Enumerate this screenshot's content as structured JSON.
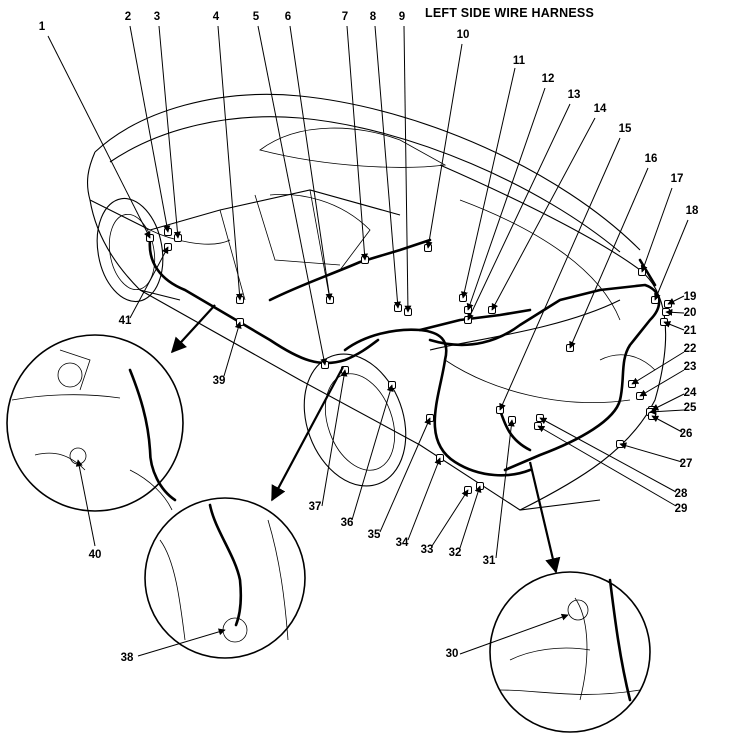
{
  "title": "LEFT SIDE WIRE HARNESS",
  "callouts": [
    "1",
    "2",
    "3",
    "4",
    "5",
    "6",
    "7",
    "8",
    "9",
    "10",
    "11",
    "12",
    "13",
    "14",
    "15",
    "16",
    "17",
    "18",
    "19",
    "20",
    "21",
    "22",
    "23",
    "24",
    "25",
    "26",
    "27",
    "28",
    "29",
    "30",
    "31",
    "32",
    "33",
    "34",
    "35",
    "36",
    "37",
    "38",
    "39",
    "40",
    "41"
  ]
}
